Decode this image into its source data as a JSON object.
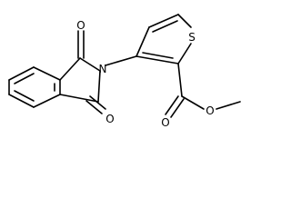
{
  "molecule": {
    "atoms": {
      "o_top": "O",
      "o_bottom": "O",
      "n": "N",
      "s": "S",
      "o_carbonyl": "O",
      "o_ester": "O"
    }
  }
}
